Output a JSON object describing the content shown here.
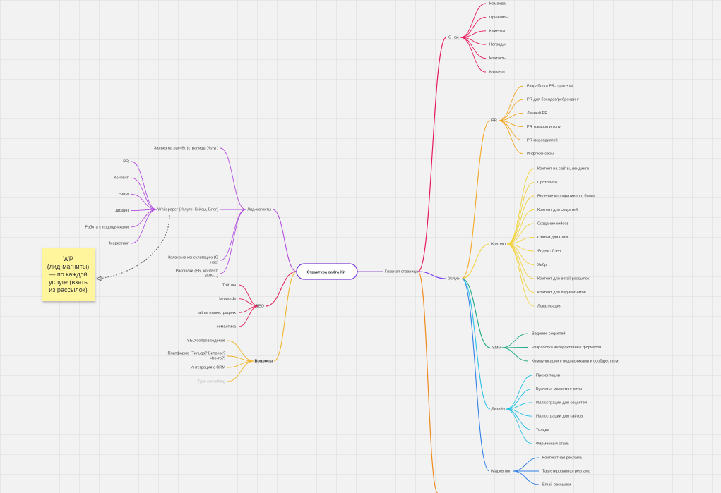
{
  "root": {
    "label": "Структура сайта ХИ"
  },
  "main_page": {
    "label": "Главная страница"
  },
  "about": {
    "label": "О нас",
    "children": [
      "Команда",
      "Принципы",
      "Клиенты",
      "Награды",
      "Контакты",
      "Карьера"
    ]
  },
  "services": {
    "label": "Услуги",
    "pr": {
      "label": "PR",
      "children": [
        "Разработка PR-стратегий",
        "PR для брендов/ребрендинг",
        "Личный PR",
        "PR товаров и услуг",
        "PR мероприятий",
        "Инфлюенсеры"
      ]
    },
    "content": {
      "label": "Контент",
      "children": [
        "Контент на сайты, лендинги",
        "Прототипы",
        "Ведение корпоративного блога",
        "Контент для соцсетей",
        "Создание кейсов",
        "Статьи для СМИ",
        "Яндекс.Дзен",
        "Хабр",
        "Контент для email-рассылок",
        "Контент для лид-магнитов",
        "Локализация"
      ]
    },
    "smm": {
      "label": "SMM",
      "children": [
        "Ведение соцсетей",
        "Разработка интерактивных форматов",
        "Коммуникации с подписчиками и сообществом"
      ]
    },
    "design": {
      "label": "Дизайн",
      "children": [
        "Презентации",
        "Буклеты, маркетинг-киты",
        "Иллюстрации для соцсетей",
        "Иллюстрации для сайтов",
        "Тильда",
        "Фирменный стиль"
      ]
    },
    "marketing": {
      "label": "Маркетинг",
      "children": [
        "Контекстная реклама",
        "Таргетированная реклама",
        "Email-рассылки"
      ]
    }
  },
  "lead_magnets": {
    "label": "Лид-магниты",
    "children": [
      "Заявка на расчёт (страницы Услуг)",
      "Whitepaper (Услуги, Кейсы, Блог)",
      "Заявка на консультацию (О нас)",
      "Рассылки (PR, контент, SMM...)"
    ],
    "whitepaper_children": [
      "PR",
      "Контент",
      "SMM",
      "Дизайн",
      "Работа с подрядчиками",
      "Маркетинг"
    ]
  },
  "seo": {
    "label": "SEO",
    "children": [
      "Тайтлы",
      "keywords",
      "alt на иллюстрациях",
      "семантика"
    ]
  },
  "questions": {
    "label": "Вопросы",
    "children": [
      "SEO сопровождение",
      "Платформа (Тильда? Битрикс? Что-то?)",
      "Интеграция с CRM",
      "Type something"
    ]
  },
  "sticky_note": {
    "text": "WP\n(лид-магниты)\n— по каждой\nуслуге (взять\nиз рассылок)"
  },
  "colors": {
    "about": "#e6195b",
    "pr": "#f5a623",
    "content": "#f3d33a",
    "smm": "#1aa883",
    "design": "#29c1e8",
    "marketing": "#2f7fe6",
    "services": "#7a3cf0",
    "lead": "#b34ee0",
    "seo": "#e0275d",
    "questions": "#f0b429",
    "main": "#9b59d0",
    "root_border": "#7b3fd9",
    "orange": "#f08a1c"
  }
}
